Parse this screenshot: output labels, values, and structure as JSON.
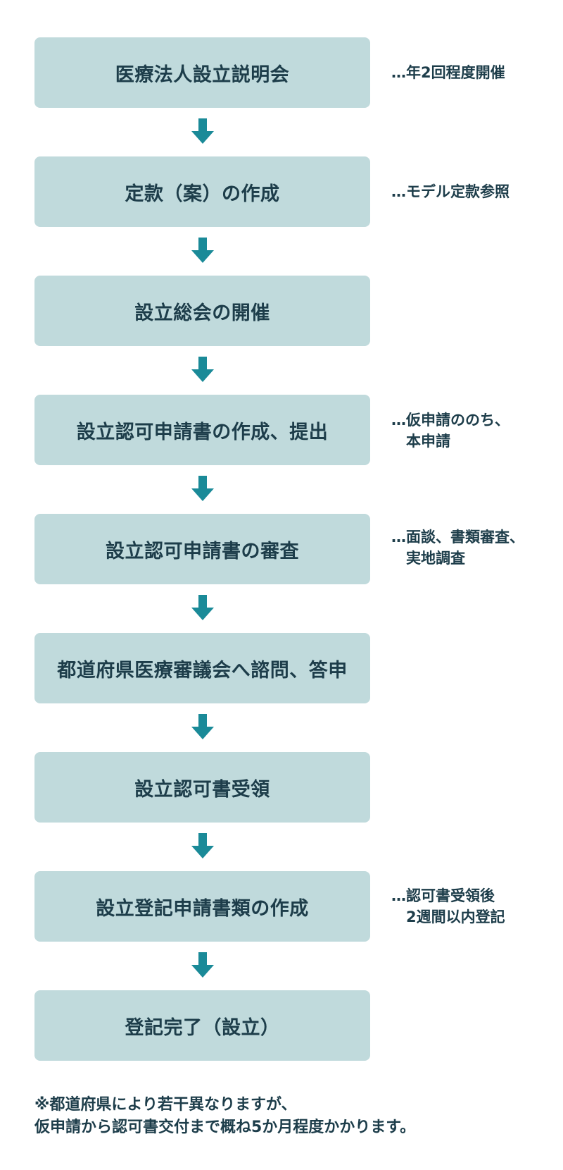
{
  "steps": [
    {
      "label": "医療法人設立説明会",
      "note": "…年2回程度開催"
    },
    {
      "label": "定款（案）の作成",
      "note": "…モデル定款参照"
    },
    {
      "label": "設立総会の開催",
      "note": ""
    },
    {
      "label": "設立認可申請書の作成、提出",
      "note": "…仮申請ののち、\n　本申請"
    },
    {
      "label": "設立認可申請書の審査",
      "note": "…面談、書類審査、\n　実地調査"
    },
    {
      "label": "都道府県医療審議会へ諮問、答申",
      "note": ""
    },
    {
      "label": "設立認可書受領",
      "note": ""
    },
    {
      "label": "設立登記申請書類の作成",
      "note": "…認可書受領後\n　2週間以内登記"
    },
    {
      "label": "登記完了（設立）",
      "note": ""
    }
  ],
  "footnote": {
    "line1": "※都道府県により若干異なりますが、",
    "line2": "仮申請から認可書交付まで概ね5か月程度かかります。"
  },
  "colors": {
    "box": "#c0dadc",
    "arrow": "#1a8a98",
    "text": "#1d3d4a"
  }
}
